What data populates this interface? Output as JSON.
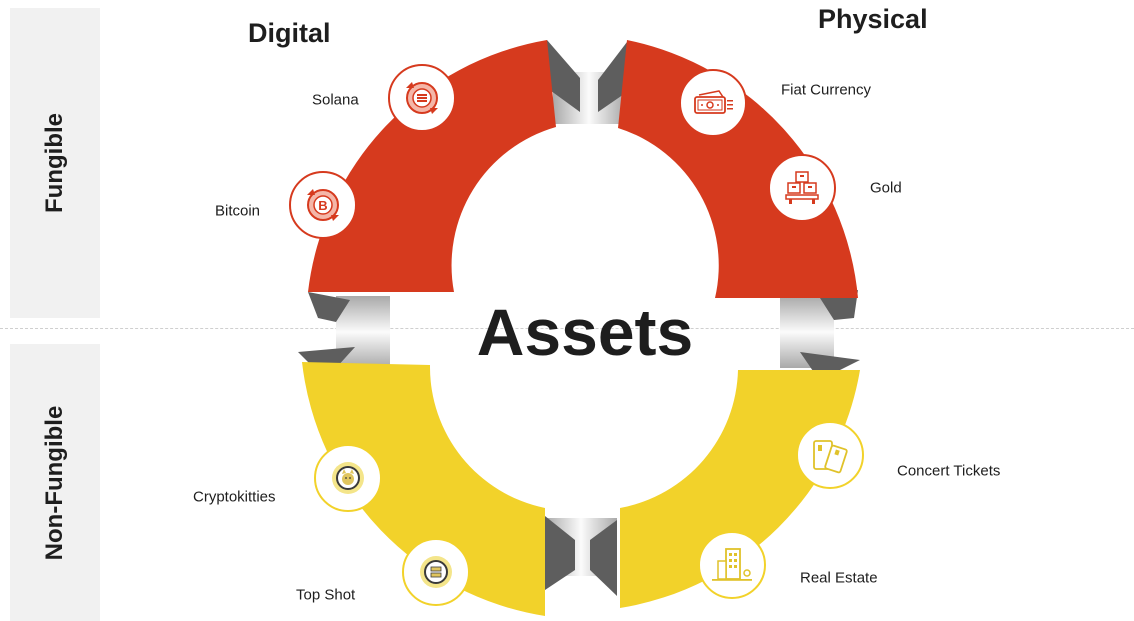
{
  "rows": {
    "top": "Fungible",
    "bottom": "Non-Fungible"
  },
  "columns": {
    "left": "Digital",
    "right": "Physical"
  },
  "center": "Assets",
  "items": {
    "solana": {
      "label": "Solana",
      "icon": "solana-coin-icon"
    },
    "bitcoin": {
      "label": "Bitcoin",
      "icon": "bitcoin-coin-icon"
    },
    "fiat": {
      "label": "Fiat Currency",
      "icon": "banknote-icon"
    },
    "gold": {
      "label": "Gold",
      "icon": "gold-bars-icon"
    },
    "cryptokitties": {
      "label": "Cryptokitties",
      "icon": "cat-token-icon"
    },
    "topshot": {
      "label": "Top Shot",
      "icon": "top-shot-token-icon"
    },
    "tickets": {
      "label": "Concert Tickets",
      "icon": "ticket-icon"
    },
    "realestate": {
      "label": "Real Estate",
      "icon": "building-icon"
    }
  },
  "colors": {
    "fungible": "#d63a1e",
    "non_fungible": "#f2d22a",
    "connector": "#e6e6e6",
    "panel": "#f1f1f1",
    "text": "#1e1e1e"
  }
}
